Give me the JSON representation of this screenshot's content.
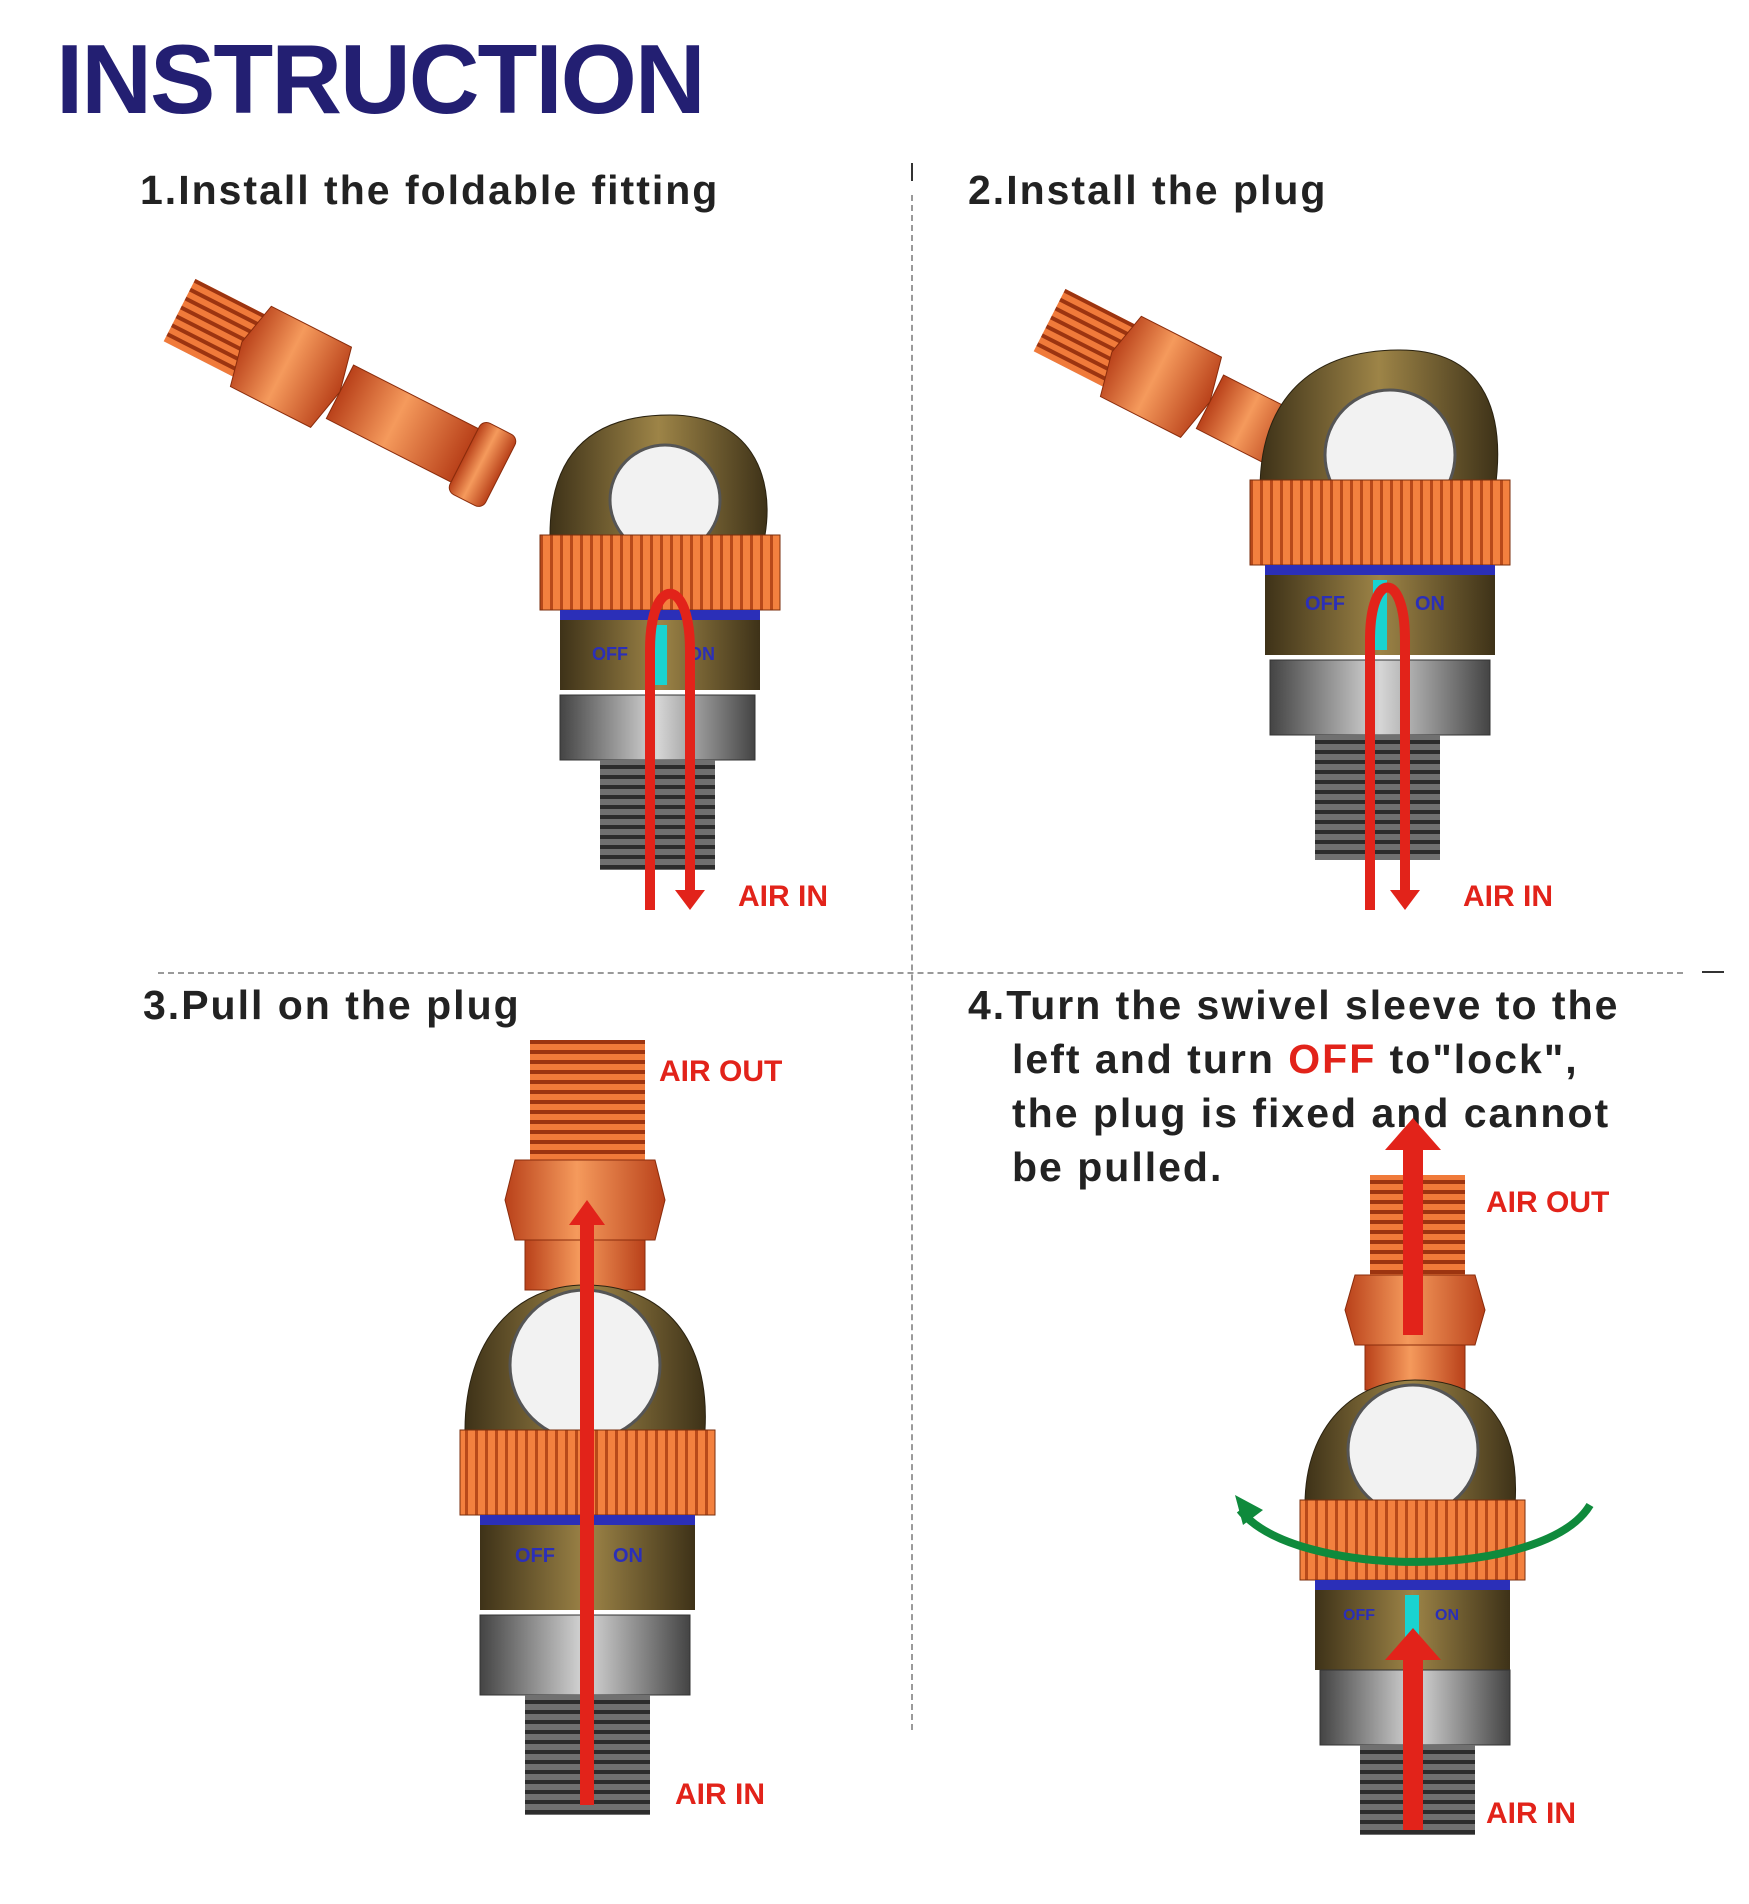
{
  "title": "INSTRUCTION",
  "steps": [
    {
      "heading": "1.Install the foldable fitting",
      "label_in": "AIR IN"
    },
    {
      "heading": "2.Install the plug",
      "label_in": "AIR IN"
    },
    {
      "heading": "3.Pull on the plug",
      "label_out": "AIR OUT",
      "label_in": "AIR IN"
    },
    {
      "heading_line1": "4.Turn the swivel sleeve to the",
      "heading_line2_pre": "left and turn ",
      "heading_line2_off": "OFF",
      "heading_line2_post": " to\"lock\",",
      "heading_line3": "the plug is fixed and cannot",
      "heading_line4": "be pulled.",
      "label_out": "AIR OUT",
      "label_in": "AIR IN"
    }
  ],
  "sleeve_marks": {
    "off": "OFF",
    "on": "ON"
  },
  "colors": {
    "title": "#231f72",
    "arrow_red": "#e2231a",
    "rotate_green": "#0f8a3c",
    "plug_orange": "#e0642a",
    "body_bronze": "#6e5a2c",
    "ring_blue": "#2b2fb8",
    "nut_gray": "#8d8d8d",
    "indicator_cyan": "#19d3d0"
  }
}
